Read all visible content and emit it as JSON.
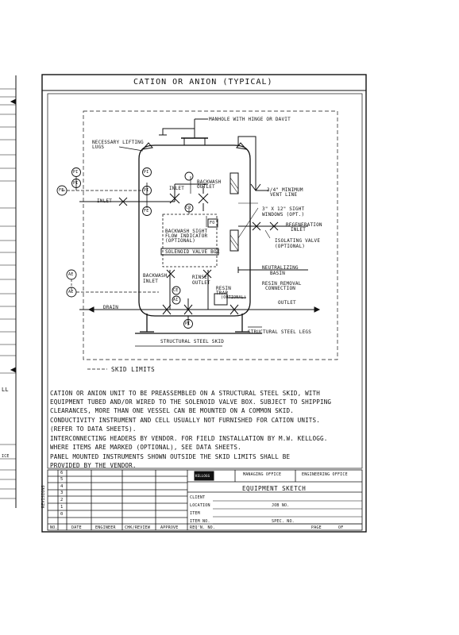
{
  "sheet_title": "CATION OR ANION (TYPICAL)",
  "labels": {
    "manhole": "MANHOLE WITH HINGE OR DAVIT",
    "lifting_lugs_1": "NECESSARY LIFTING",
    "lifting_lugs_2": "LUGS",
    "inlet_valve": "INLET",
    "backwash_outlet_1": "BACKWASH",
    "backwash_outlet_2": "OUTLET",
    "vent_1": "3/4\" MINIMUM",
    "vent_2": "VENT LINE",
    "inlet_line": "INLET",
    "sight_windows_1": "3\" X 12\" SIGHT",
    "sight_windows_2": "WINDOWS (OPT.)",
    "regen_inlet_1": "REGENERATION",
    "regen_inlet_2": "INLET",
    "isolating_valve_1": "ISOLATING VALVE",
    "isolating_valve_2": "(OPTIONAL)",
    "flow_ind_1": "BACKWASH SIGHT",
    "flow_ind_2": "FLOW INDICATOR",
    "flow_ind_3": "(OPTIONAL)",
    "solenoid_box": "SOLENOID VALVE BOX",
    "neutralizing_1": "NEUTRALIZING",
    "neutralizing_2": "BASIN",
    "backwash_inlet_1": "BACKWASH",
    "backwash_inlet_2": "INLET",
    "rinse_outlet_1": "RINSE",
    "rinse_outlet_2": "OUTLET",
    "resin_trap_1": "RESIN",
    "resin_trap_2": "TRAP",
    "resin_trap_3": "(OPTIONAL)",
    "resin_removal_1": "RESIN REMOVAL",
    "resin_removal_2": "CONNECTION",
    "drain": "DRAIN",
    "outlet": "OUTLET",
    "structural_legs": "STRUCTURAL STEEL LEGS",
    "structural_skid": "STRUCTURAL STEEL SKID",
    "skid_limits": "SKID LIMITS"
  },
  "instrument_tags": {
    "pi_top": "PI",
    "pi_mid": "PI",
    "fe_left": "FE",
    "pi_left": "PI",
    "pi_right": "PI",
    "fe_right": "FE",
    "fo": "FO",
    "cr": "CR",
    "ae": "AE",
    "ae_lower": "AE",
    "pi_bottom": "PI",
    "cond": "CE",
    "ai": "AI"
  },
  "notes": [
    "CATION OR ANION UNIT TO BE PREASSEMBLED ON A STRUCTURAL STEEL SKID, WITH",
    "EQUIPMENT TUBED AND/OR WIRED TO THE SOLENOID VALVE BOX. SUBJECT TO SHIPPING",
    "CLEARANCES, MORE THAN ONE VESSEL CAN BE MOUNTED ON A COMMON SKID.",
    "CONDUCTIVITY INSTRUMENT AND CELL USUALLY NOT FURNISHED FOR CATION UNITS.",
    "(REFER TO DATA SHEETS).",
    "INTERCONNECTING HEADERS BY VENDOR. FOR FIELD INSTALLATION BY M.W. KELLOGG.",
    "WHERE ITEMS ARE MARKED (OPTIONAL), SEE DATA SHEETS.",
    "PANEL MOUNTED INSTRUMENTS SHOWN OUTSIDE THE SKID LIMITS SHALL BE",
    "PROVIDED BY THE VENDOR."
  ],
  "title_block": {
    "revisions_label": "REVISIONS",
    "rev_numbers": [
      "6",
      "5",
      "4",
      "3",
      "2",
      "1",
      "0"
    ],
    "col_no": "NO.",
    "col_date": "DATE",
    "col_engineer": "ENGINEER",
    "col_chk": "CHK/REVIEW",
    "col_approve": "APPROVE",
    "logo": "KELLOGG",
    "managing_office": "MANAGING OFFICE",
    "engineering_office": "ENGINEERING OFFICE",
    "sheet_name": "EQUIPMENT SKETCH",
    "client": "CLIENT",
    "location": "LOCATION",
    "job_no": "JOB NO.",
    "item": "ITEM",
    "item_no": "ITEM NO.",
    "spec_no": "SPEC. NO.",
    "req_no": "REQ'N. NO.",
    "page": "PAGE",
    "of": "OF"
  },
  "left_margin_fragments": {
    "ll": "LL",
    "ice": "ICE"
  }
}
